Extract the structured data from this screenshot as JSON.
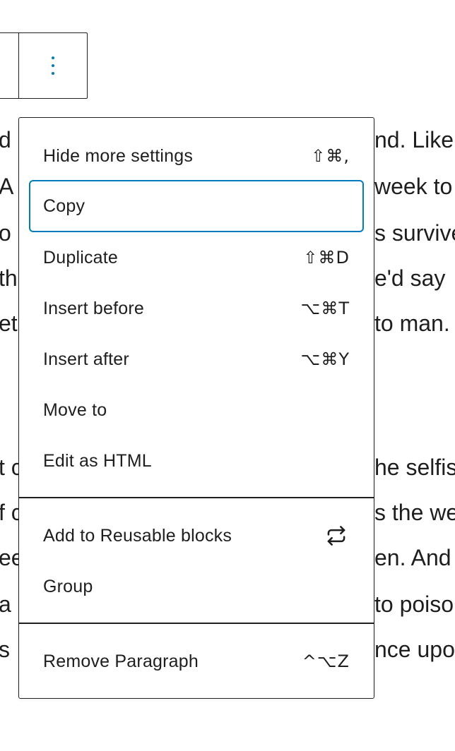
{
  "background_text": {
    "left": [
      "d",
      "A",
      "o",
      "th",
      "et",
      "",
      "",
      "t c",
      "f c",
      "ee",
      "a",
      "s"
    ],
    "right": [
      "nd. Like",
      "week to",
      "s survive",
      "e'd say",
      "to man.",
      "",
      "",
      "he selfis",
      "s the we",
      "en. And",
      "to poiso",
      "nce upo"
    ]
  },
  "menu": {
    "groups": [
      {
        "items": [
          {
            "label": "Hide more settings",
            "shortcut": "⇧⌘,"
          },
          {
            "label": "Copy",
            "shortcut": ""
          },
          {
            "label": "Duplicate",
            "shortcut": "⇧⌘D"
          },
          {
            "label": "Insert before",
            "shortcut": "⌥⌘T"
          },
          {
            "label": "Insert after",
            "shortcut": "⌥⌘Y"
          },
          {
            "label": "Move to",
            "shortcut": ""
          },
          {
            "label": "Edit as HTML",
            "shortcut": ""
          }
        ]
      },
      {
        "items": [
          {
            "label": "Add to Reusable blocks",
            "icon": "reusable-block-icon"
          },
          {
            "label": "Group",
            "shortcut": ""
          }
        ]
      },
      {
        "items": [
          {
            "label": "Remove Paragraph",
            "shortcut": "^⌥Z"
          }
        ]
      }
    ]
  },
  "colors": {
    "accent": "#007cba",
    "text": "#1e1e1e",
    "border": "#1e1e1e"
  }
}
